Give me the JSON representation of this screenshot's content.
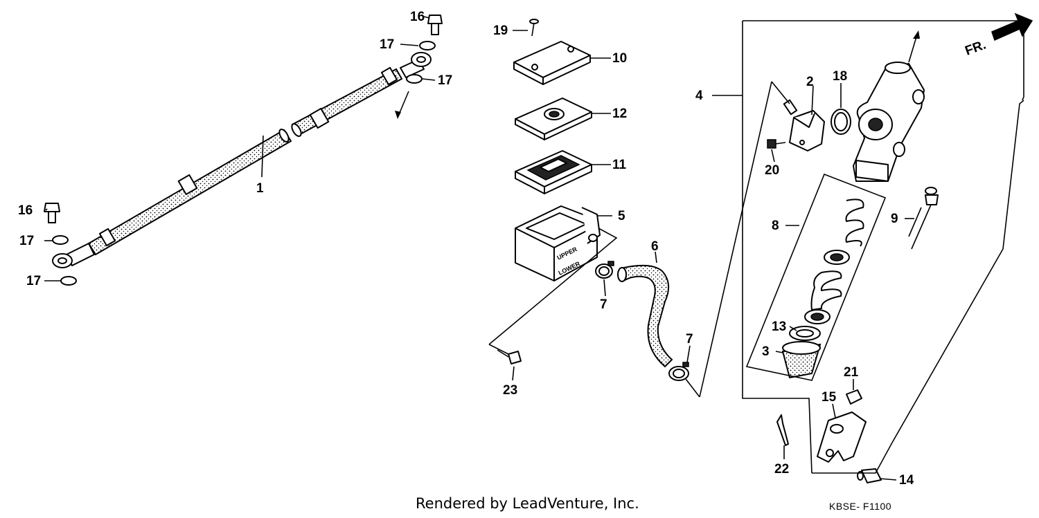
{
  "orientation_label": "FR.",
  "callouts": {
    "c1": "1",
    "c2": "2",
    "c3": "3",
    "c4": "4",
    "c5": "5",
    "c6": "6",
    "c7a": "7",
    "c7b": "7",
    "c8": "8",
    "c9": "9",
    "c10": "10",
    "c11": "11",
    "c12": "12",
    "c13": "13",
    "c14": "14",
    "c15": "15",
    "c16a": "16",
    "c16b": "16",
    "c17a": "17",
    "c17b": "17",
    "c17c": "17",
    "c17d": "17",
    "c18": "18",
    "c19": "19",
    "c20": "20",
    "c21": "21",
    "c22": "22",
    "c23": "23"
  },
  "reservoir_labels": {
    "upper": "UPPER",
    "lower": "LOWER"
  },
  "footer": {
    "credit": "Rendered by LeadVenture, Inc.",
    "code": "KBSE- F1100"
  }
}
